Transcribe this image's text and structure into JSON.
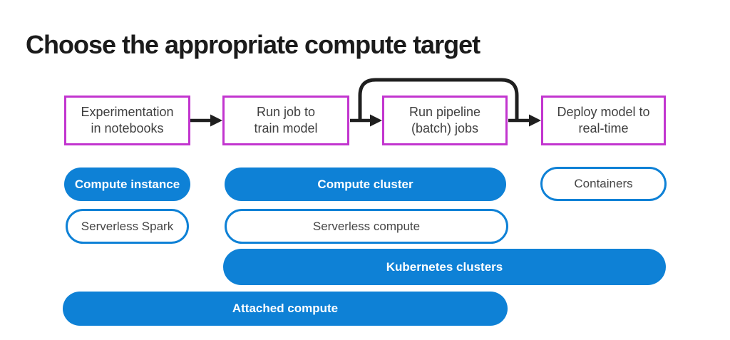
{
  "title": "Choose the appropriate compute target",
  "flow_steps": [
    {
      "lines": [
        "Experimentation",
        "in notebooks"
      ]
    },
    {
      "lines": [
        "Run job to",
        "train model"
      ]
    },
    {
      "lines": [
        "Run pipeline",
        "(batch) jobs"
      ]
    },
    {
      "lines": [
        "Deploy model to",
        "real-time"
      ]
    }
  ],
  "compute_options": {
    "compute_instance": "Compute instance",
    "serverless_spark": "Serverless Spark",
    "compute_cluster": "Compute cluster",
    "serverless_compute": "Serverless compute",
    "containers": "Containers",
    "kubernetes_clusters": "Kubernetes clusters",
    "attached_compute": "Attached compute"
  },
  "colors": {
    "pill_blue": "#0e81d6",
    "box_border_magenta": "#c235cf",
    "arrow_black": "#1f1f1f",
    "title_text": "#1b1b1b"
  }
}
